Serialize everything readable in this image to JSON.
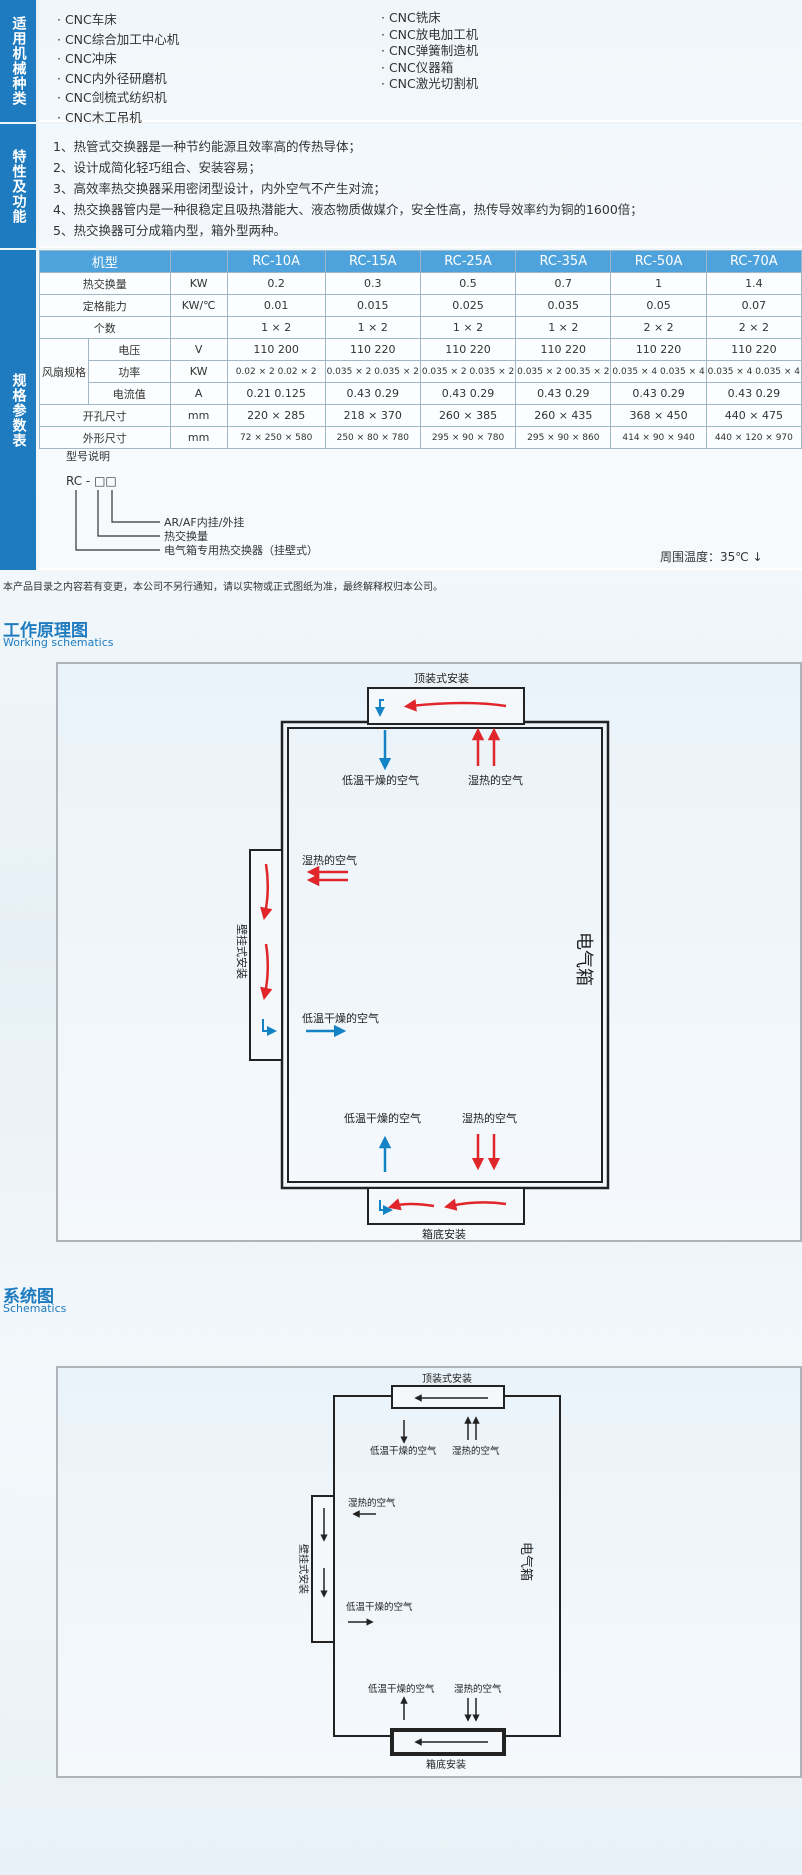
{
  "sidebars": {
    "machines": "适用机械种类",
    "features": "特性及功能",
    "specs": "规格参数表"
  },
  "machines_col1": [
    "· CNC车床",
    "· CNC综合加工中心机",
    "· CNC冲床",
    "· CNC内外径研磨机",
    "· CNC剑梳式纺织机",
    "· CNC木工吊机"
  ],
  "machines_col2": [
    "· CNC铣床",
    "· CNC放电加工机",
    "· CNC弹簧制造机",
    "· CNC仪器箱",
    "· CNC激光切割机"
  ],
  "features": [
    "1、热管式交换器是一种节约能源且效率高的传热导体；",
    "2、设计成简化轻巧组合、安装容易；",
    "3、高效率热交换器采用密闭型设计，内外空气不产生对流；",
    "4、热交换器管内是一种很稳定且吸热潜能大、液态物质做媒介，安全性高，热传导效率约为铜的1600倍；",
    "5、热交换器可分成箱内型，箱外型两种。"
  ],
  "table": {
    "header": [
      "机型",
      "",
      "RC-10A",
      "RC-15A",
      "RC-25A",
      "RC-35A",
      "RC-50A",
      "RC-70A"
    ],
    "rows": [
      {
        "label": "热交换量",
        "unit": "KW",
        "vals": [
          "0.2",
          "0.3",
          "0.5",
          "0.7",
          "1",
          "1.4"
        ]
      },
      {
        "label": "定格能力",
        "unit": "KW/℃",
        "vals": [
          "0.01",
          "0.015",
          "0.025",
          "0.035",
          "0.05",
          "0.07"
        ]
      },
      {
        "label": "个数",
        "unit": "",
        "vals": [
          "1 × 2",
          "1 × 2",
          "1 × 2",
          "1 × 2",
          "2 × 2",
          "2 × 2"
        ]
      }
    ],
    "fan_group": "风扇规格",
    "fan_rows": [
      {
        "label": "电压",
        "unit": "V",
        "vals": [
          "110  200",
          "110  220",
          "110  220",
          "110  220",
          "110  220",
          "110  220"
        ]
      },
      {
        "label": "功率",
        "unit": "KW",
        "vals": [
          "0.02 × 2  0.02 × 2",
          "0.035 × 2  0.035 × 2",
          "0.035 × 2  0.035 × 2",
          "0.035 × 2  00.35 × 2",
          "0.035 × 4  0.035 × 4",
          "0.035 × 4  0.035 × 4"
        ]
      },
      {
        "label": "电流值",
        "unit": "A",
        "vals": [
          "0.21  0.125",
          "0.43  0.29",
          "0.43  0.29",
          "0.43  0.29",
          "0.43  0.29",
          "0.43  0.29"
        ]
      }
    ],
    "bottom_rows": [
      {
        "label": "开孔尺寸",
        "unit": "mm",
        "vals": [
          "220 × 285",
          "218 × 370",
          "260 × 385",
          "260 × 435",
          "368 × 450",
          "440 × 475"
        ]
      },
      {
        "label": "外形尺寸",
        "unit": "mm",
        "vals": [
          "72 × 250 × 580",
          "250 × 80 × 780",
          "295 × 90 × 780",
          "295 × 90 × 860",
          "414 × 90 × 940",
          "440 × 120 × 970"
        ]
      }
    ]
  },
  "model": {
    "title": "型号说明",
    "code": "RC - □□",
    "lines": [
      "AR/AF内挂/外挂",
      "热交换量",
      "电气箱专用热交换器（挂壁式）"
    ],
    "temp": "周围温度：35℃ ↓"
  },
  "note": "本产品目录之内容若有变更，本公司不另行通知，请以实物或正式图纸为准，最终解释权归本公司。",
  "working": {
    "title": "工作原理图",
    "subtitle": "Working schematics",
    "top_install": "顶装式安装",
    "bottom_install": "箱底安装",
    "wall_install": "壁挂式安装",
    "cabinet": "电气箱",
    "cold_air": "低温干燥的空气",
    "hot_air": "湿热的空气"
  },
  "system": {
    "title": "系统图",
    "subtitle": "Schematics",
    "top_install": "顶装式安装",
    "bottom_install": "箱底安装",
    "wall_install": "壁挂式安装",
    "cabinet": "电气箱",
    "cold_air": "低温干燥的空气",
    "hot_air": "湿热的空气"
  },
  "colors": {
    "blue": "#1e7bbf",
    "red": "#e0262a",
    "arrow_blue": "#1483c6"
  }
}
